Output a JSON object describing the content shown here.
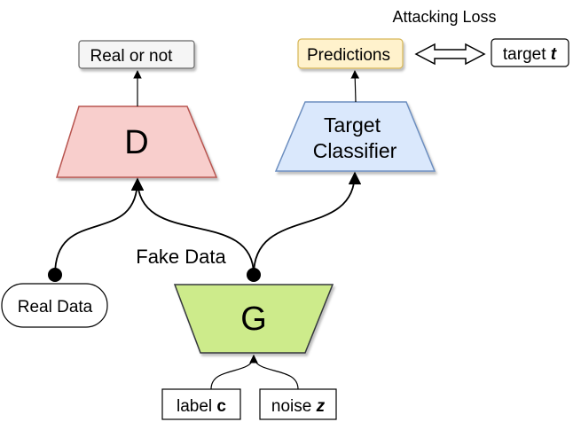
{
  "title": "Attacking Loss",
  "discriminator": {
    "label": "D",
    "output": "Real or not"
  },
  "target_classifier": {
    "line1": "Target",
    "line2": "Classifier",
    "output": "Predictions"
  },
  "target": {
    "prefix": "target ",
    "var": "t"
  },
  "generator": {
    "label": "G",
    "fake_data": "Fake Data"
  },
  "real_data": "Real Data",
  "label_input": {
    "prefix": "label ",
    "var": "c"
  },
  "noise_input": {
    "prefix": "noise ",
    "var": "z"
  },
  "colors": {
    "discriminator_fill": "#f8cecc",
    "discriminator_stroke": "#b85450",
    "classifier_fill": "#dae8fc",
    "classifier_stroke": "#6c8ebf",
    "generator_fill": "#cdeb8b",
    "generator_stroke": "#36393d",
    "predictions_fill": "#fff2cc",
    "predictions_stroke": "#d6b656",
    "real_or_not_fill": "#f5f5f5",
    "real_or_not_stroke": "#666666"
  }
}
